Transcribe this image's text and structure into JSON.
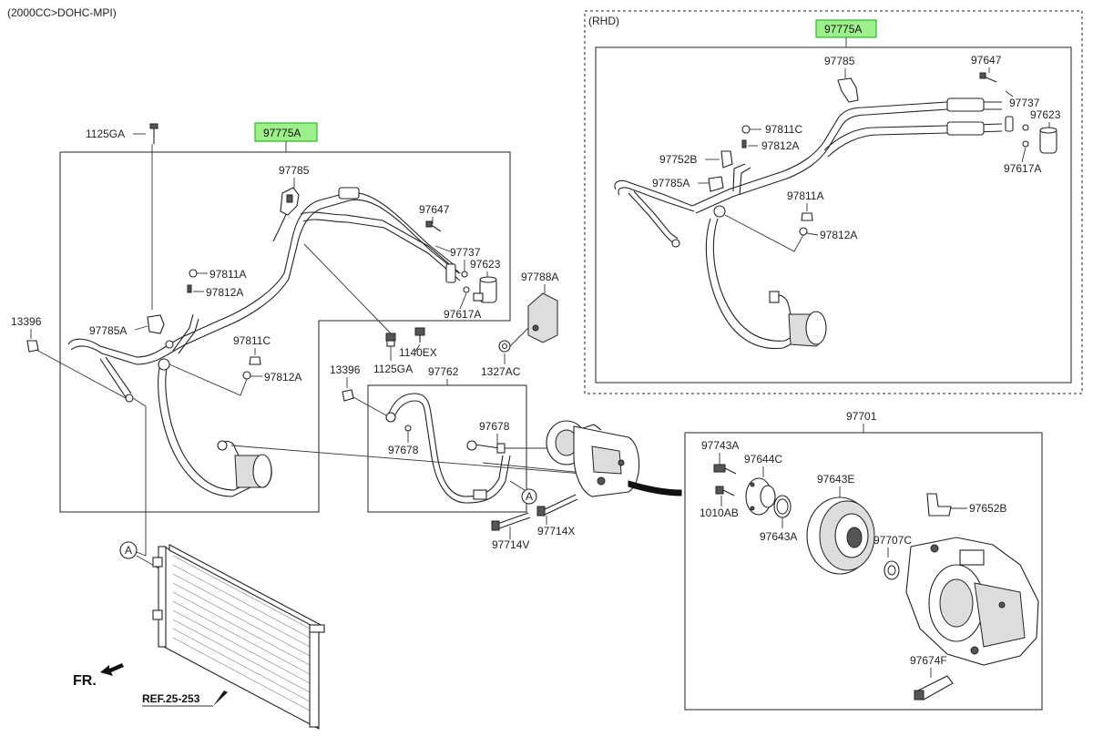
{
  "engine_spec": "(2000CC>DOHC-MPI)",
  "rhd_label": "(RHD)",
  "assemblies": {
    "main_hose_assy": "97775A",
    "rhd_hose_assy": "97775A",
    "compressor_assy": "97701"
  },
  "left_group": {
    "p_1125GA_top": "1125GA",
    "p_97785": "97785",
    "p_97647": "97647",
    "p_97737": "97737",
    "p_97623": "97623",
    "p_97617A": "97617A",
    "p_97811A": "97811A",
    "p_97812A_a": "97812A",
    "p_97785A": "97785A",
    "p_97811C": "97811C",
    "p_97812A_b": "97812A",
    "p_13396": "13396",
    "p_1140EX": "1140EX",
    "p_1125GA_bottom": "1125GA",
    "p_97788A": "97788A",
    "p_1327AC": "1327AC"
  },
  "discharge_group": {
    "p_13396": "13396",
    "p_97762": "97762",
    "p_97678_a": "97678",
    "p_97678_b": "97678",
    "ref_a": "A",
    "p_97714V": "97714V",
    "p_97714X": "97714X"
  },
  "rhd_group": {
    "p_97785": "97785",
    "p_97647": "97647",
    "p_97737": "97737",
    "p_97623": "97623",
    "p_97617A": "97617A",
    "p_97811C": "97811C",
    "p_97812A_a": "97812A",
    "p_97752B": "97752B",
    "p_97785A": "97785A",
    "p_97811A": "97811A",
    "p_97812A_b": "97812A"
  },
  "compressor_group": {
    "p_97743A": "97743A",
    "p_97644C": "97644C",
    "p_1010AB": "1010AB",
    "p_97643E": "97643E",
    "p_97643A": "97643A",
    "p_97707C": "97707C",
    "p_97652B": "97652B",
    "p_97674F": "97674F"
  },
  "condenser": {
    "ref_a": "A",
    "ref_text": "REF.25-253",
    "front_label": "FR."
  },
  "colors": {
    "highlight_fill": "#9ef08a",
    "highlight_stroke": "#2fb62a",
    "line": "#222222"
  }
}
